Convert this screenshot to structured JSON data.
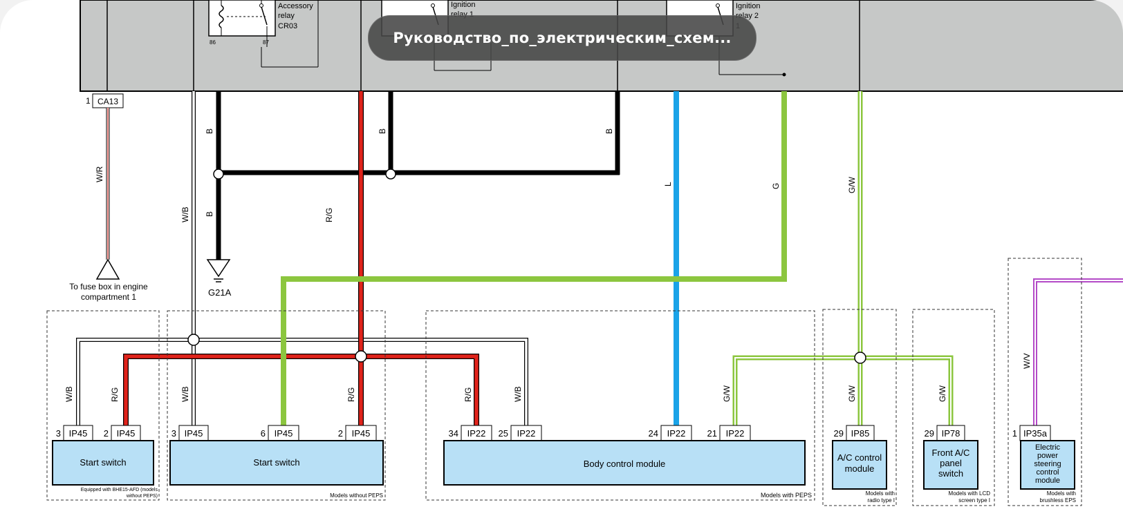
{
  "document_title": "Руководство_по_электрическим_схем...",
  "colors": {
    "black": "#000000",
    "red": "#e0231b",
    "blue": "#1aa3e8",
    "green": "#8cc63f",
    "violet": "#b34ac7",
    "module_fill": "#b8e0f6",
    "header_fill": "#c6c8c7"
  },
  "relays": [
    {
      "label_line1": "Accessory",
      "label_line2": "relay",
      "label_line3": "CR03",
      "pin_a": "86",
      "pin_b": "87"
    },
    {
      "label_line1": "Ignition",
      "label_line2": "relay 1"
    },
    {
      "label_line1": "Ignition",
      "label_line2": "relay 2",
      "label_line3": "1"
    }
  ],
  "connector_top": {
    "pin": "1",
    "name": "CA13"
  },
  "wire_labels": {
    "wr": "W/R",
    "b1": "B",
    "b2": "B",
    "b3": "B",
    "b4": "B",
    "wb_main": "W/B",
    "rg_main": "R/G",
    "l": "L",
    "g": "G",
    "gw_main": "G/W",
    "wb_1": "W/B",
    "rg_1": "R/G",
    "wb_2": "W/B",
    "rg_2": "R/G",
    "rg_3": "R/G",
    "wb_3": "W/B",
    "gw_1": "G/W",
    "gw_2": "G/W",
    "gw_3": "G/W",
    "wv": "W/V"
  },
  "fuse_box_label": {
    "line1": "To fuse box in engine",
    "line2": "compartment 1"
  },
  "ground_label": "G21A",
  "connectors": [
    {
      "pin": "3",
      "name": "IP45"
    },
    {
      "pin": "2",
      "name": "IP45"
    },
    {
      "pin": "3",
      "name": "IP45"
    },
    {
      "pin": "6",
      "name": "IP45"
    },
    {
      "pin": "2",
      "name": "IP45"
    },
    {
      "pin": "34",
      "name": "IP22"
    },
    {
      "pin": "25",
      "name": "IP22"
    },
    {
      "pin": "24",
      "name": "IP22"
    },
    {
      "pin": "21",
      "name": "IP22"
    },
    {
      "pin": "29",
      "name": "IP85"
    },
    {
      "pin": "29",
      "name": "IP78"
    },
    {
      "pin": "1",
      "name": "IP35a"
    }
  ],
  "modules": [
    {
      "line1": "Start  switch",
      "note1": "Equipped with BHE15-AFD (models",
      "note2": "without PEPS)"
    },
    {
      "line1": "Start  switch",
      "note1": "Models without PEPS"
    },
    {
      "line1": "Body  control  module",
      "note1": "Models  with  PEPS"
    },
    {
      "line1": "A/C  control",
      "line2": "module",
      "note1": "Models  with",
      "note2": "radio  type  I"
    },
    {
      "line1": "Front  A/C",
      "line2": "panel",
      "line3": "switch",
      "note1": "Models with LCD",
      "note2": "screen  type  I"
    },
    {
      "line1": "Electric",
      "line2": "power",
      "line3": "steering",
      "line4": "control",
      "line5": "module",
      "note1": "Models  with",
      "note2": "brushless  EPS"
    }
  ]
}
